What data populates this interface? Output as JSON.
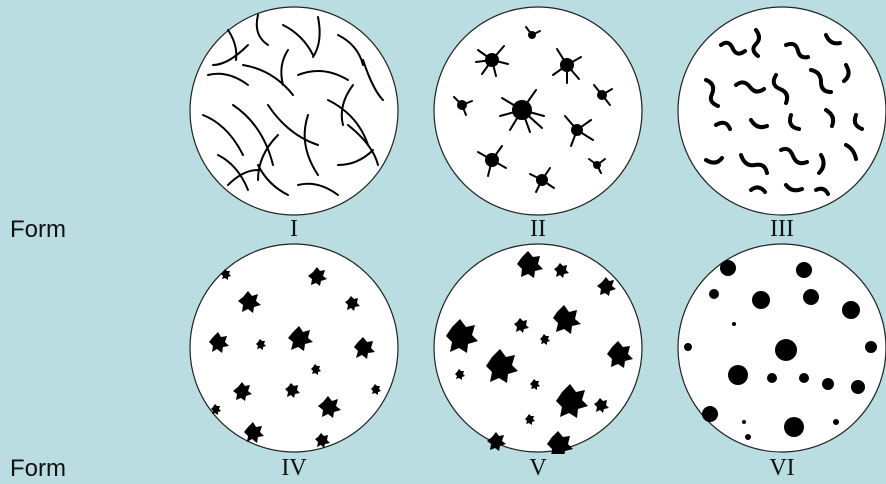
{
  "row_labels": [
    "Form",
    "Form"
  ],
  "panels": [
    {
      "numeral": "I"
    },
    {
      "numeral": "II"
    },
    {
      "numeral": "III"
    },
    {
      "numeral": "IV"
    },
    {
      "numeral": "V"
    },
    {
      "numeral": "VI"
    }
  ],
  "colors": {
    "background": "#b9dde1",
    "dish": "#ffffff",
    "colony": "#000000"
  }
}
